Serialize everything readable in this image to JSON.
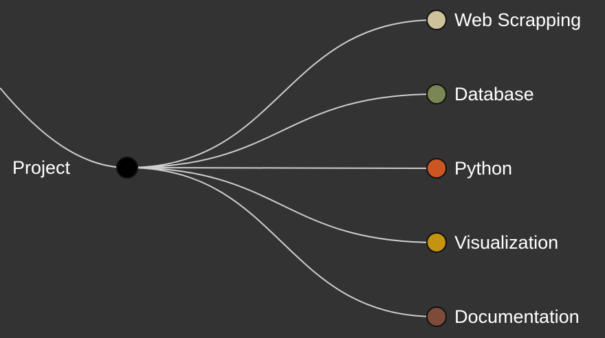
{
  "tree": {
    "root": {
      "label": "Project",
      "color": "#000000"
    },
    "children": [
      {
        "label": "Web Scrapping",
        "color": "#cdc29a"
      },
      {
        "label": "Database",
        "color": "#7a8754"
      },
      {
        "label": "Python",
        "color": "#cc5621"
      },
      {
        "label": "Visualization",
        "color": "#c4930f"
      },
      {
        "label": "Documentation",
        "color": "#7e4a3a"
      }
    ]
  }
}
